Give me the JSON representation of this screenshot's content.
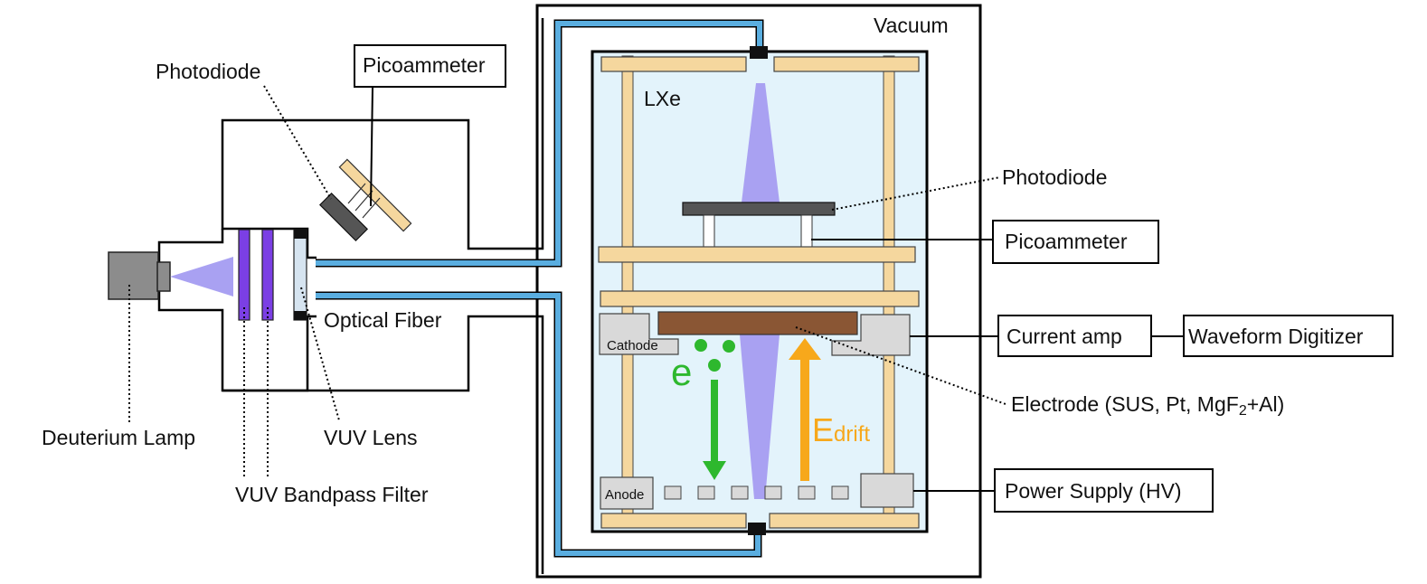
{
  "labels": {
    "vacuum": "Vacuum",
    "lxe": "LXe",
    "photodiode_left": "Photodiode",
    "picoammeter_left": "Picoammeter",
    "photodiode_right": "Photodiode",
    "picoammeter_right": "Picoammeter",
    "optical_fiber": "Optical Fiber",
    "deuterium_lamp": "Deuterium Lamp",
    "vuv_lens": "VUV Lens",
    "vuv_bandpass_filter": "VUV Bandpass Filter",
    "cathode": "Cathode",
    "anode": "Anode",
    "current_amp": "Current amp",
    "waveform_digitizer": "Waveform Digitizer",
    "electrode_prefix": "Electrode (SUS, Pt, MgF",
    "electrode_sub": "2",
    "electrode_suffix": "+Al)",
    "power_supply": "Power Supply (HV)",
    "electron_symbol": "e",
    "field_symbol": "E",
    "field_subscript": "drift"
  },
  "colors": {
    "lxe_fill": "#e3f3fb",
    "frame_wood": "#f5d79e",
    "fiber_blue": "#5aaee0",
    "light_beam": "#a9a1f2",
    "filter_violet": "#7b3fe4",
    "electrode_brown": "#8a5634",
    "electron_green": "#2eb82e",
    "field_orange": "#f7a81b",
    "gray_block": "#d9d9d9",
    "dark_plate": "#555555"
  }
}
